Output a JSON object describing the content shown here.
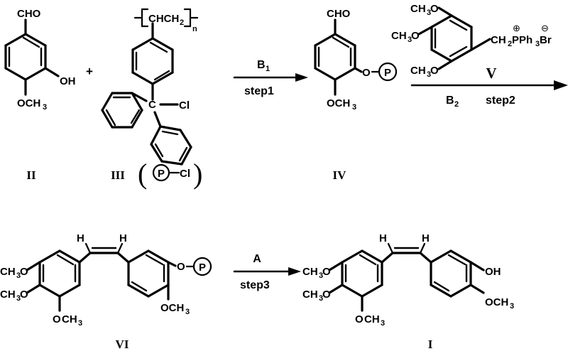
{
  "figure": {
    "kind": "chemical-reaction-scheme",
    "title": "Solid-phase synthesis of combretastatin A-4 via polymer-supported isovanillin"
  },
  "labels": {
    "compound_II": "II",
    "compound_III": "III",
    "compound_IV": "IV",
    "compound_VI": "VI",
    "compound_I": "I",
    "compound_V": "V",
    "plus": "+"
  },
  "arrows": {
    "step1": {
      "above": "B",
      "above_sub": "1",
      "below": "step1"
    },
    "step2": {
      "above": "V",
      "below_left": "B",
      "below_left_sub": "2",
      "below": "step2"
    },
    "step3": {
      "above": "A",
      "below": "step3"
    }
  },
  "compound_II": {
    "name": "isovanillin",
    "substituents": {
      "cho": "CHO",
      "oh": "OH",
      "och3": "OCH",
      "och3_sub": "3"
    }
  },
  "compound_III": {
    "name": "polystyrene-bound trityl chloride",
    "polymer_repeat": "CHCH",
    "polymer_repeat_sub": "2",
    "polymer_n": "n",
    "center_atom": "C",
    "leaving_group": "Cl",
    "shorthand": {
      "open_paren": "(",
      "resin": "P",
      "dash": "—",
      "cl": "Cl",
      "close_paren": ")"
    }
  },
  "compound_IV": {
    "name": "resin-bound isovanillin ether",
    "substituents": {
      "cho": "CHO",
      "o": "O",
      "resin": "P",
      "och3": "OCH",
      "och3_sub": "3"
    }
  },
  "compound_V": {
    "name": "3,4,5-trimethoxybenzyltriphenylphosphonium bromide",
    "methoxy_top": "CH",
    "methoxy_top_sub": "3",
    "methoxy_top_o": "O",
    "methoxy_mid": "CH",
    "methoxy_mid_sub": "3",
    "methoxy_mid_o": "O",
    "methoxy_bot": "CH",
    "methoxy_bot_sub": "3",
    "methoxy_bot_o": "O",
    "side_chain": {
      "ch2": "CH",
      "ch2_sub": "2",
      "p": "PPh",
      "ph_sub": "3",
      "br": "Br",
      "plus_charge": "⊕",
      "minus_charge": "⊖"
    }
  },
  "compound_VI": {
    "name": "resin-bound cis-combretastatin A-4",
    "vinyl_h_left": "H",
    "vinyl_h_right": "H",
    "methoxy_top": "CH",
    "methoxy_top_sub": "3",
    "methoxy_top_o": "O",
    "methoxy_mid": "CH",
    "methoxy_mid_sub": "3",
    "methoxy_mid_o": "O",
    "methoxy_bot_o": "O",
    "methoxy_bot": "CH",
    "methoxy_bot_sub": "3",
    "right_och3": "OCH",
    "right_och3_sub": "3",
    "o_link": "O",
    "resin": "P"
  },
  "compound_I": {
    "name": "combretastatin A-4",
    "vinyl_h_left": "H",
    "vinyl_h_right": "H",
    "methoxy_top": "CH",
    "methoxy_top_sub": "3",
    "methoxy_top_o": "O",
    "methoxy_mid": "CH",
    "methoxy_mid_sub": "3",
    "methoxy_mid_o": "O",
    "methoxy_bot_o": "O",
    "methoxy_bot": "CH",
    "methoxy_bot_sub": "3",
    "right_och3": "OCH",
    "right_och3_sub": "3",
    "oh": "OH"
  },
  "colors": {
    "ink": "#000000",
    "background": "#ffffff"
  }
}
